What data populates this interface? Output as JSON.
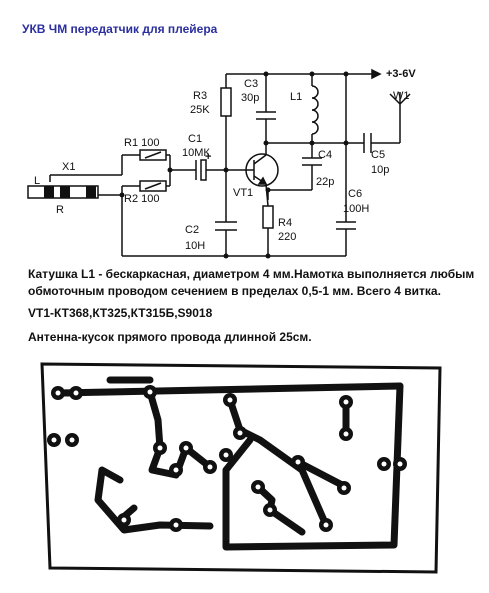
{
  "title": "УКВ ЧМ передатчик для плейера",
  "labels": {
    "vcc": "+3-6V",
    "w1": "W1",
    "r3": "R3",
    "r3v": "25K",
    "c3": "C3",
    "c3v": "30p",
    "l1": "L1",
    "c1": "C1",
    "c1v": "10МК",
    "plus": "+",
    "r1": "R1 100",
    "r2": "R2 100",
    "x1": "X1",
    "l": "L",
    "r": "R",
    "vt1": "VT1",
    "c4": "C4",
    "c4v": "22p",
    "c5": "C5",
    "c5v": "10p",
    "c6": "C6",
    "c6v": "100Н",
    "c2": "C2",
    "c2v": "10Н",
    "r4": "R4",
    "r4v": "220"
  },
  "notes": {
    "coil": "Катушка L1 - бескаркасная, диаметром 4 мм.Намотка выполняется любым обмоточным проводом сечением в пределах 0,5-1 мм. Всего 4 витка.",
    "transistors": "VT1-КТ368,КТ325,КТ315Б,S9018",
    "antenna": "Антенна-кусок прямого провода длинной 25см."
  }
}
